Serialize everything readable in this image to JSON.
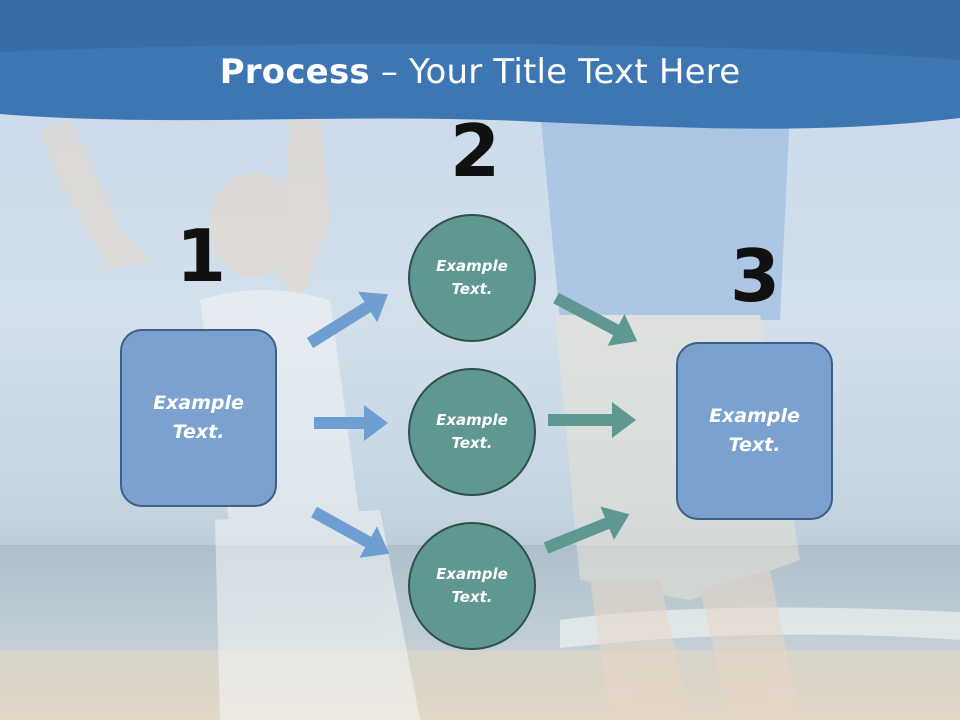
{
  "slide": {
    "title_bold": "Process",
    "title_rest": " – Your Title Text Here",
    "step_numbers": [
      "1",
      "2",
      "3"
    ],
    "left_box": {
      "line1": "Example",
      "line2": "Text."
    },
    "right_box": {
      "line1": "Example",
      "line2": "Text."
    },
    "circles": [
      {
        "line1": "Example",
        "line2": "Text."
      },
      {
        "line1": "Example",
        "line2": "Text."
      },
      {
        "line1": "Example",
        "line2": "Text."
      }
    ]
  },
  "colors": {
    "header_blue": "#3d76b3",
    "box_fill": "#7ba1cf",
    "circle_fill": "#5f9892",
    "blue_arrow": "#6f9fd2",
    "teal_arrow": "#5f9892"
  }
}
